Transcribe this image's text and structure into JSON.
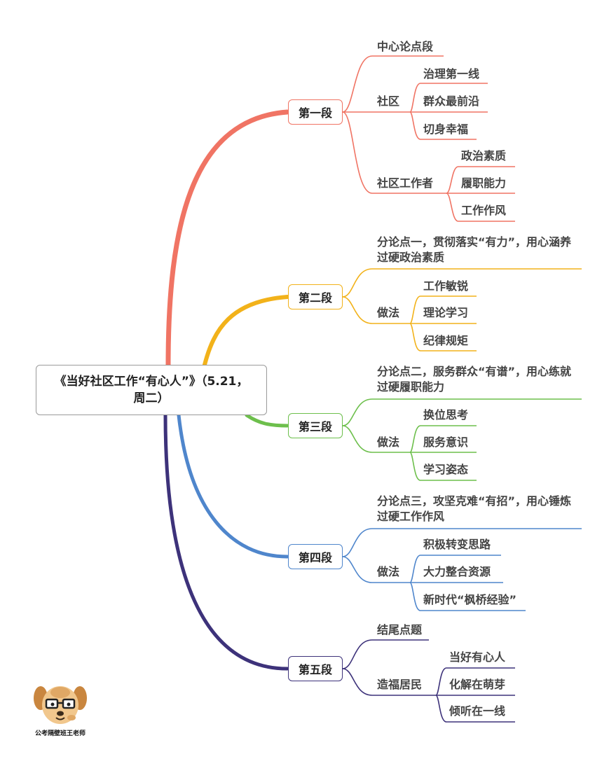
{
  "root": {
    "title": "《当好社区工作“有心人”》（5.21，周二）"
  },
  "sections": [
    {
      "label": "第一段",
      "color": "#f07464",
      "branches": [
        {
          "label": "中心论点段",
          "children": []
        },
        {
          "label": "社区",
          "children": [
            "治理第一线",
            "群众最前沿",
            "切身幸福"
          ]
        },
        {
          "label": "社区工作者",
          "children": [
            "政治素质",
            "履职能力",
            "工作作风"
          ]
        }
      ]
    },
    {
      "label": "第二段",
      "color": "#f2b21a",
      "branches": [
        {
          "label": "分论点一，贯彻落实“有力”，用心涵养过硬政治素质",
          "children": []
        },
        {
          "label": "做法",
          "children": [
            "工作敏锐",
            "理论学习",
            "纪律规矩"
          ]
        }
      ]
    },
    {
      "label": "第三段",
      "color": "#6dbf4c",
      "branches": [
        {
          "label": "分论点二，服务群众“有谱”，用心练就过硬履职能力",
          "children": []
        },
        {
          "label": "做法",
          "children": [
            "换位思考",
            "服务意识",
            "学习姿态"
          ]
        }
      ]
    },
    {
      "label": "第四段",
      "color": "#4f86cc",
      "branches": [
        {
          "label": "分论点三，攻坚克难“有招”，用心锤炼过硬工作作风",
          "children": []
        },
        {
          "label": "做法",
          "children": [
            "积极转变思路",
            "大力整合资源",
            "新时代“枫桥经验”"
          ]
        }
      ]
    },
    {
      "label": "第五段",
      "color": "#3d327a",
      "branches": [
        {
          "label": "结尾点题",
          "children": []
        },
        {
          "label": "造福居民",
          "children": [
            "当好有心人",
            "化解在萌芽",
            "倾听在一线"
          ]
        }
      ]
    }
  ],
  "logo": {
    "caption": "公考隔壁班王老师"
  }
}
